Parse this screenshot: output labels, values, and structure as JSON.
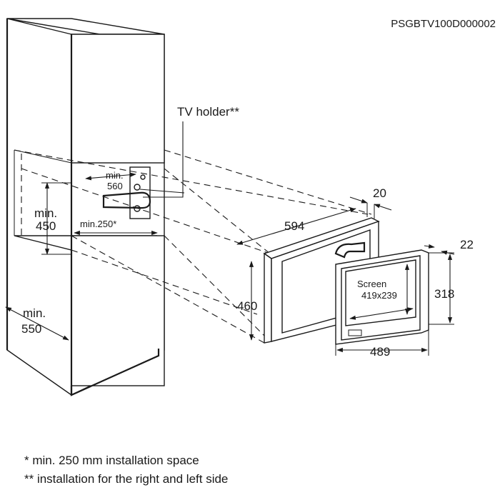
{
  "code": "PSGBTV100D000002",
  "labels": {
    "tv_holder": "TV holder**",
    "min560_a": "min.",
    "min560_b": "560",
    "min450_a": "min.",
    "min450_b": "450",
    "min250": "min.250*",
    "min550_a": "min.",
    "min550_b": "550",
    "screen_a": "Screen",
    "screen_b": "419x239"
  },
  "dimensions": {
    "depth": "594",
    "frame_depth": "20",
    "height": "460",
    "tv_depth": "22",
    "tv_height": "318",
    "tv_width": "489"
  },
  "notes": [
    "*  min. 250 mm installation space",
    "** installation for the right and left side"
  ]
}
